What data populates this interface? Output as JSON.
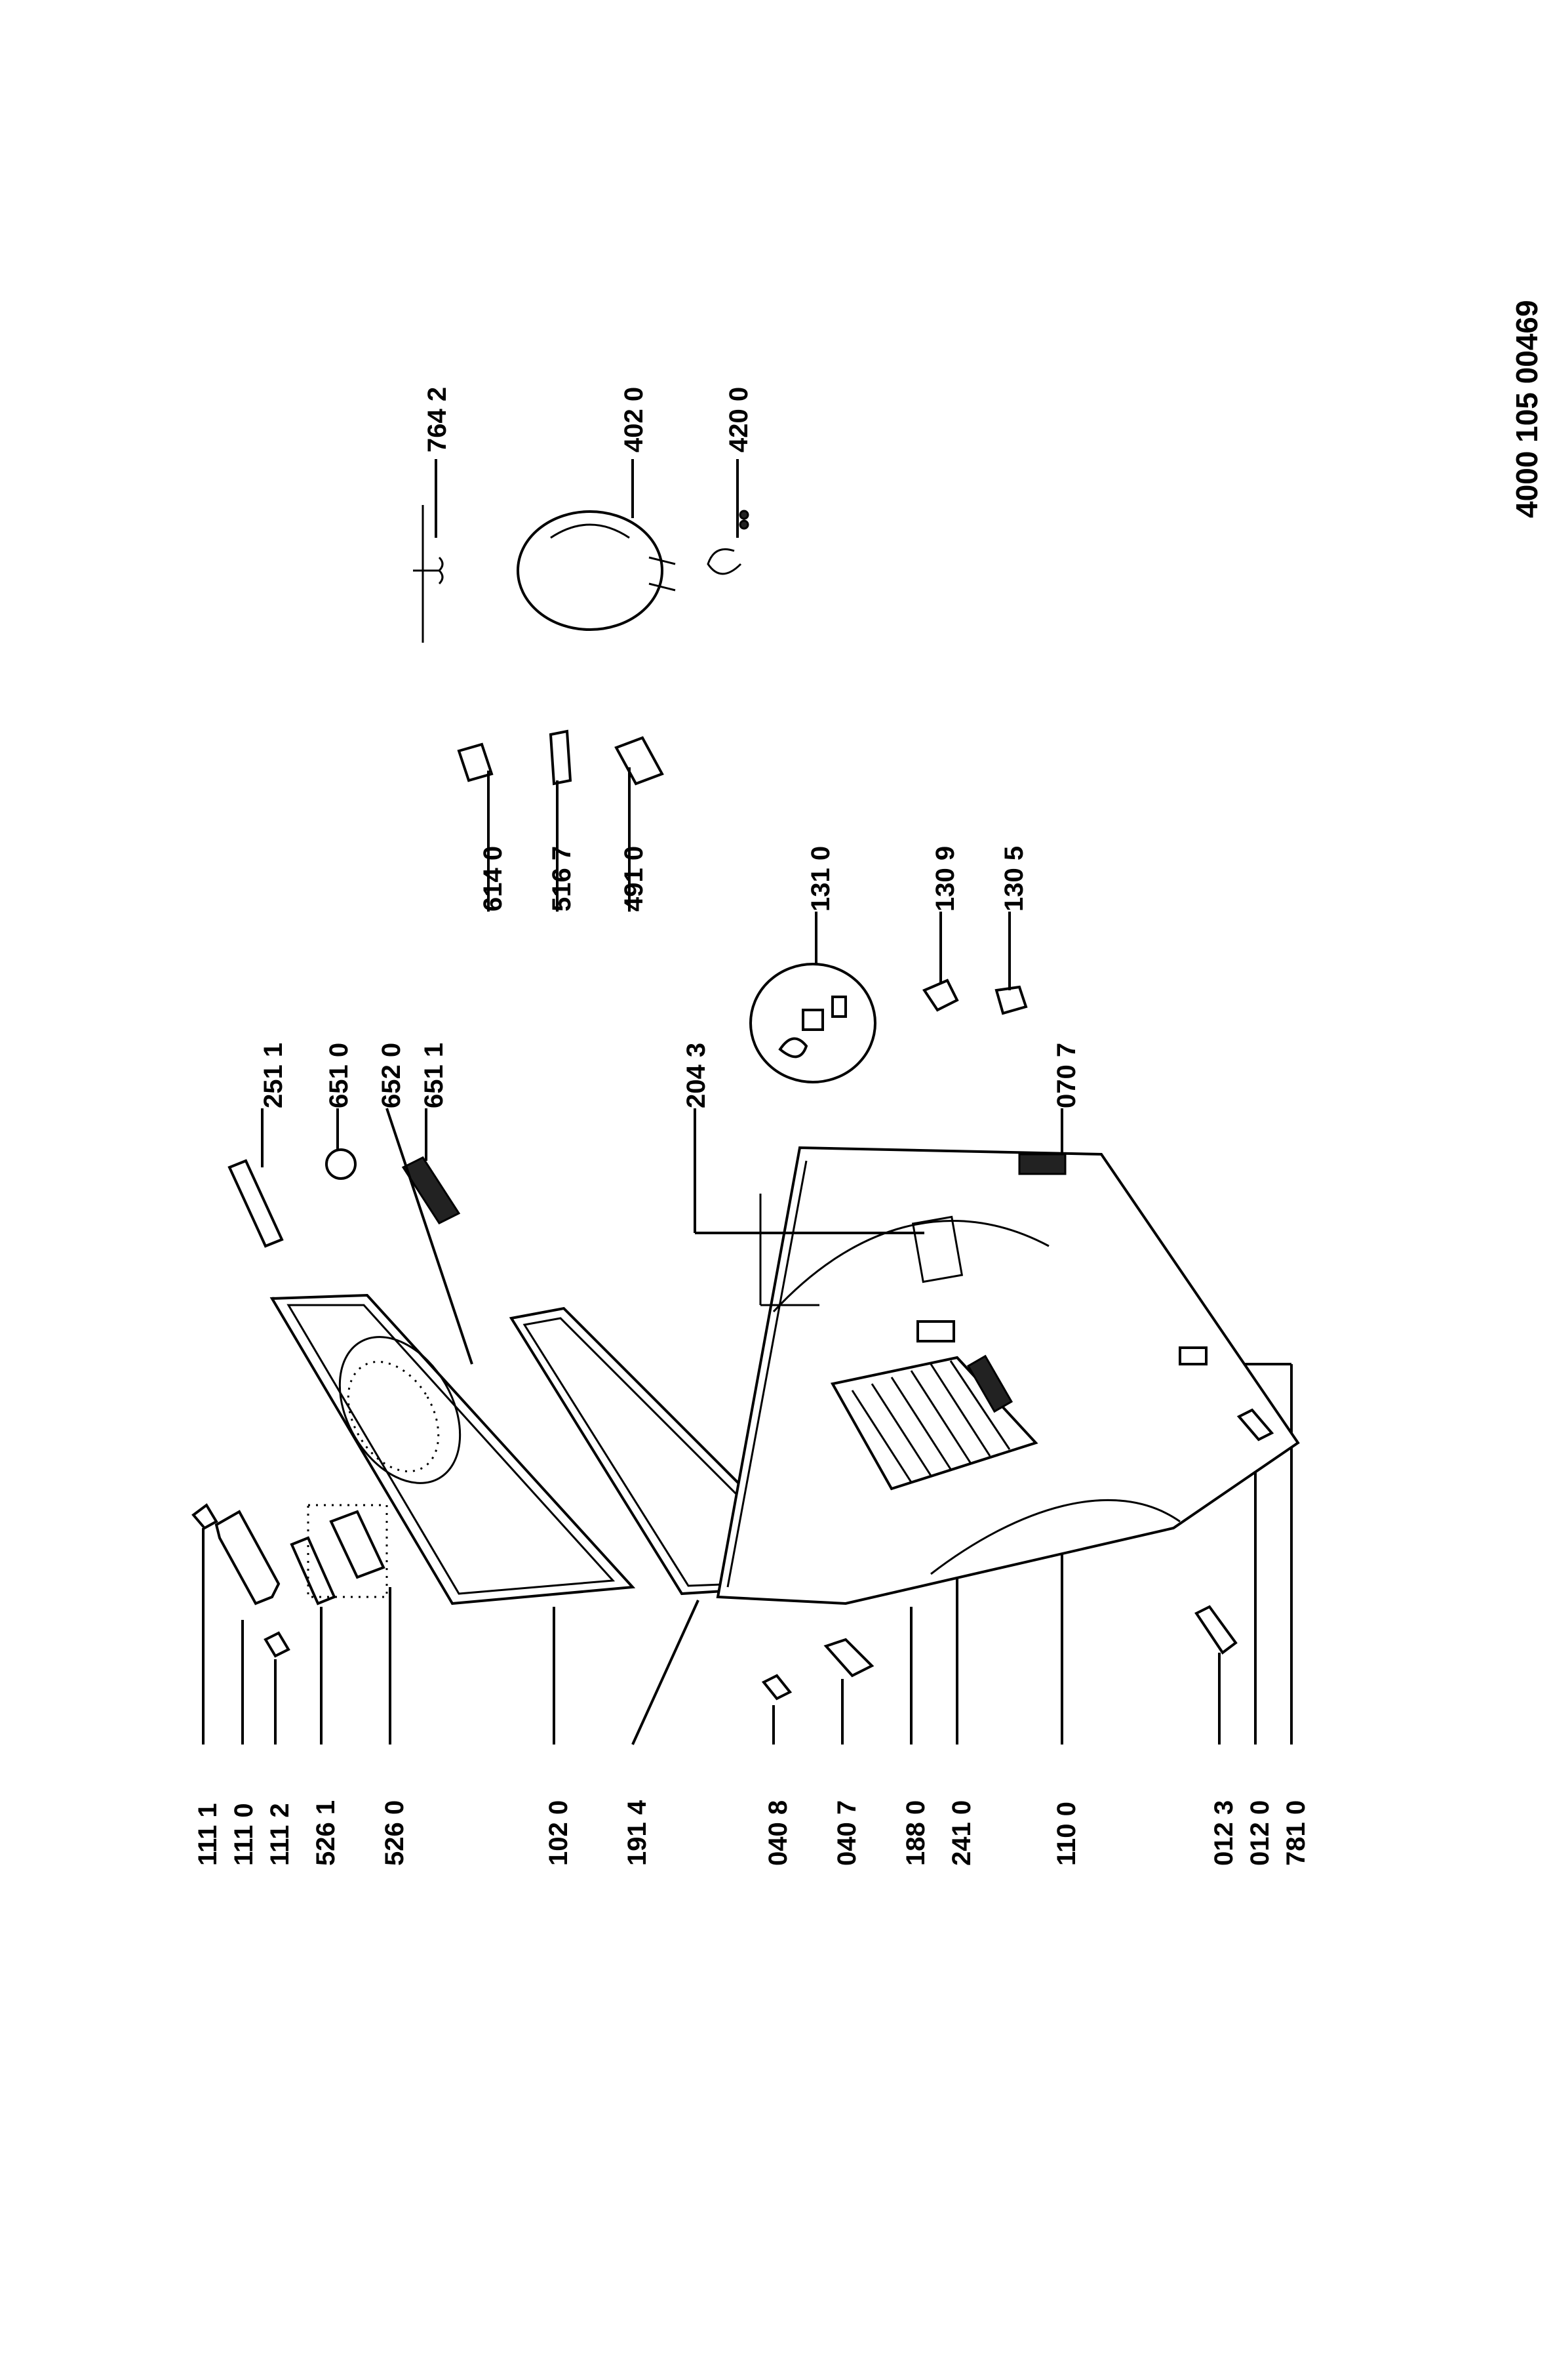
{
  "document_code": "4000 105 00469",
  "labels": {
    "p1111": "111 1",
    "p1110": "111 0",
    "p1112": "111 2",
    "p5261": "526 1",
    "p5260": "526 0",
    "p1020": "102 0",
    "p1914": "191 4",
    "p0408": "040 8",
    "p0407": "040 7",
    "p1880": "188 0",
    "p2410": "241 0",
    "p1100": "110 0",
    "p0123": "012 3",
    "p0120": "012 0",
    "p7810": "781 0",
    "p2511": "251 1",
    "p6510": "651 0",
    "p6520": "652 0",
    "p6511": "651 1",
    "p2043": "204 3",
    "p0707": "070 7",
    "p1310": "131 0",
    "p1309": "130 9",
    "p1305": "130 5",
    "p6140": "614 0",
    "p5167": "516 7",
    "p4910": "491 0",
    "p7642": "764 2",
    "p4020": "402 0",
    "p4200": "420 0"
  }
}
